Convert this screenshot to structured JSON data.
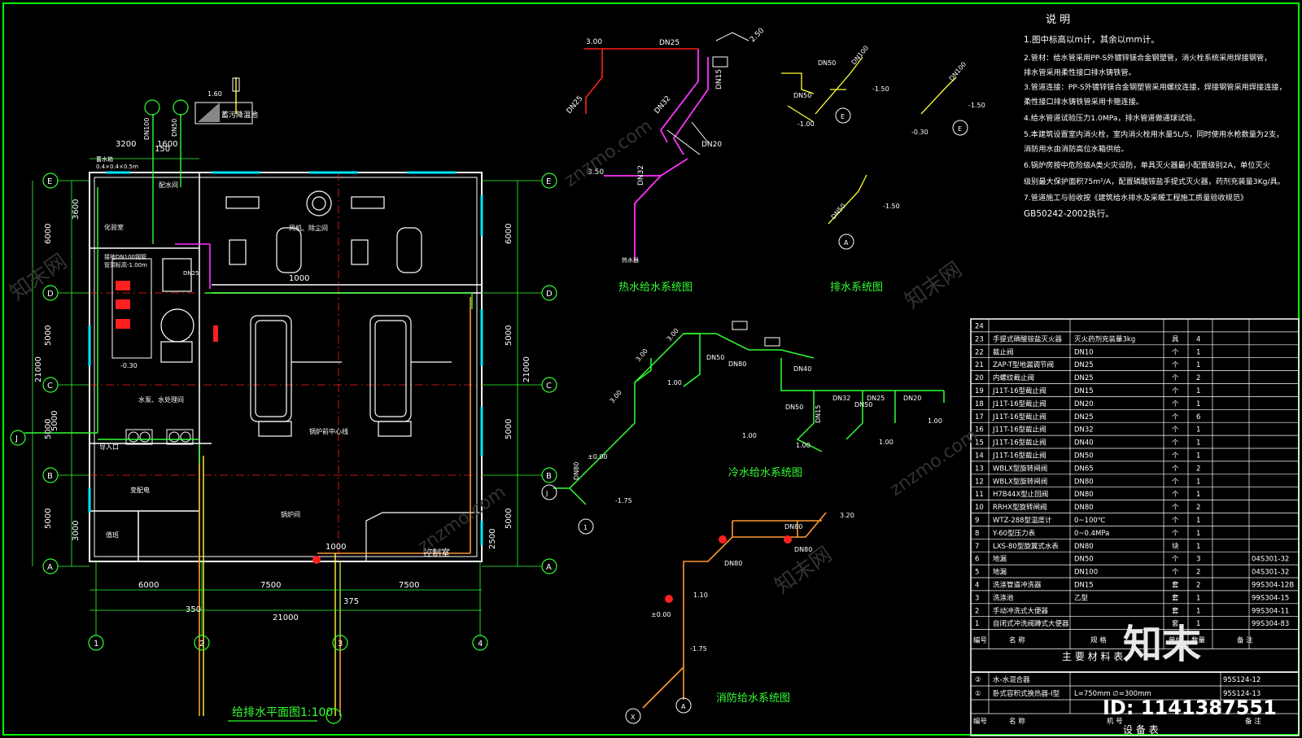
{
  "notes": {
    "title": "说 明",
    "lines": [
      "1.图中标高以m计，其余以mm计。",
      "2.管材：给水管采用PP-S外镀锌镁合金钢塑管，消火栓系统采用焊接钢管，",
      "排水管采用柔性接口排水铸铁管。",
      "3.管道连接：PP-S外镀锌镁合金钢塑管采用螺纹连接，焊接钢管采用焊接连接，",
      "柔性接口排水铸铁管采用卡箍连接。",
      "4.给水管道试验压力1.0MPa，排水管道做通球试验。",
      "5.本建筑设置室内消火栓，室内消火栓用水量5L/S，同时使用水枪数量为2支，",
      "消防用水由消防高位水箱供给。",
      "6.锅炉房按中危险级A类火灾设防，单具灭火器最小配置级别2A，单位灭火",
      "级别最大保护面积75m²/A，配置磷酸铵盐手提式灭火器，药剂充装量3Kg/具。",
      "7.管道施工与验收按《建筑给水排水及采暖工程施工质量验收规范》",
      "GB50242-2002执行。"
    ]
  },
  "plan": {
    "title": "给排水平面图1:100",
    "axes_h": [
      "E",
      "D",
      "C",
      "B",
      "A"
    ],
    "axes_h_left_extra": "J",
    "axes_v": [
      "1",
      "2",
      "3",
      "4"
    ],
    "dims_bottom_1": [
      "6000",
      "7500",
      "7500"
    ],
    "dims_bottom_2": "21000",
    "dims_bottom_350": "350",
    "dims_bottom_375": "375",
    "dims_left": [
      "6000",
      "5000",
      "5000",
      "5000"
    ],
    "dims_left_total": "21000",
    "dims_left_small": [
      "3600",
      "5000",
      "3000"
    ],
    "dims_right": [
      "6000",
      "5000",
      "5000",
      "5000"
    ],
    "dims_right_total": "21000",
    "dims_right_small": "2500",
    "dims_top": [
      "3200",
      "1600"
    ],
    "dim_1000": "1000",
    "dim_1000b": "1000",
    "dim_150": "150",
    "sewage_pool": "蓄污降温池",
    "rooms": [
      "化验室",
      "水泵、水处理间",
      "变配电",
      "值班",
      "锅炉间",
      "控制室",
      "配水间",
      "风机、除尘间"
    ],
    "room_misc": [
      "锅炉前中心线",
      "导入口"
    ],
    "elev_030": "-0.30",
    "labels_top": [
      "DN100",
      "DN50",
      "1.60"
    ],
    "label_box": [
      "接地DN100钢管",
      "管顶标高-1.00m"
    ],
    "label_box2": [
      "蓄水箱",
      "0.4×0.4×0.5m"
    ],
    "label_dn25": "DN25"
  },
  "hot_water": {
    "title": "热水给水系统图",
    "labels": [
      "3.00",
      "DN25",
      "2.50",
      "DN32",
      "3.50",
      "DN32",
      "DN25",
      "DN15",
      "DN20",
      "热水器"
    ]
  },
  "drainage": {
    "title": "排水系统图",
    "labels": [
      "-1.50",
      "-1.50",
      "DN50",
      "DN100",
      "DN100",
      "DN50",
      "DN50",
      "-1.50",
      "-1.00",
      "-0.30",
      "E",
      "E",
      "A"
    ]
  },
  "cold_water": {
    "title": "冷水给水系统图",
    "labels": [
      "3.00",
      "3.00",
      "3.00",
      "1.00",
      "1.00",
      "1.00",
      "±0.00",
      "-1.75",
      "DN80",
      "DN50",
      "DN40",
      "DN32",
      "DN25",
      "DN20",
      "DN15",
      "DN50",
      "DN50",
      "DN80",
      "1.00",
      "1.00",
      "J",
      "1"
    ]
  },
  "fire_water": {
    "title": "消防给水系统图",
    "labels": [
      "3.20",
      "DN80",
      "DN80",
      "1.10",
      "±0.00",
      "-1.75",
      "X",
      "A",
      "DN80"
    ]
  },
  "material_table": {
    "title": "主 要 材 料 表",
    "headers": [
      "编号",
      "名 称",
      "规 格",
      "单位",
      "数量",
      "备 注"
    ],
    "rows": [
      [
        "24",
        "",
        "",
        "",
        "",
        ""
      ],
      [
        "23",
        "手提式磷酸铵盐灭火器",
        "灭火药剂充装量3kg",
        "具",
        "4",
        ""
      ],
      [
        "22",
        "截止阀",
        "DN10",
        "个",
        "1",
        ""
      ],
      [
        "21",
        "ZAP-T型地漏调节阀",
        "DN25",
        "个",
        "1",
        ""
      ],
      [
        "20",
        "内螺纹截止阀",
        "DN25",
        "个",
        "2",
        ""
      ],
      [
        "19",
        "J11T-16型截止阀",
        "DN15",
        "个",
        "1",
        ""
      ],
      [
        "18",
        "J11T-16型截止阀",
        "DN20",
        "个",
        "1",
        ""
      ],
      [
        "17",
        "J11T-16型截止阀",
        "DN25",
        "个",
        "6",
        ""
      ],
      [
        "16",
        "J11T-16型截止阀",
        "DN32",
        "个",
        "1",
        ""
      ],
      [
        "15",
        "J11T-16型截止阀",
        "DN40",
        "个",
        "1",
        ""
      ],
      [
        "14",
        "J11T-16型截止阀",
        "DN50",
        "个",
        "1",
        ""
      ],
      [
        "13",
        "WBLX型旋转闸阀",
        "DN65",
        "个",
        "2",
        ""
      ],
      [
        "12",
        "WBLX型旋转闸阀",
        "DN80",
        "个",
        "1",
        ""
      ],
      [
        "11",
        "H7B44X型止回阀",
        "DN80",
        "个",
        "1",
        ""
      ],
      [
        "10",
        "RRHX型旋转闸阀",
        "DN80",
        "个",
        "2",
        ""
      ],
      [
        "9",
        "WTZ-288型温度计",
        "0~100℃",
        "个",
        "1",
        ""
      ],
      [
        "8",
        "Y-60型压力表",
        "0~0.4MPa",
        "个",
        "1",
        ""
      ],
      [
        "7",
        "LXS-80型旋翼式水表",
        "DN80",
        "块",
        "1",
        ""
      ],
      [
        "6",
        "地漏",
        "DN50",
        "个",
        "3",
        "04S301-32"
      ],
      [
        "5",
        "地漏",
        "DN100",
        "个",
        "2",
        "04S301-32"
      ],
      [
        "4",
        "洗涤管道冲洗器",
        "DN15",
        "套",
        "2",
        "99S304-12B"
      ],
      [
        "3",
        "洗涤池",
        "乙型",
        "套",
        "1",
        "99S304-15"
      ],
      [
        "2",
        "手动冲洗式大便器",
        "",
        "套",
        "1",
        "99S304-11"
      ],
      [
        "1",
        "自闭式冲洗阀蹲式大便器",
        "",
        "套",
        "1",
        "99S304-83"
      ]
    ]
  },
  "equipment_table": {
    "title": "设 备 表",
    "headers": [
      "编号",
      "名 称",
      "机 号",
      "备 注"
    ],
    "rows": [
      [
        "②",
        "水-水混合器",
        "",
        "95S124-12"
      ],
      [
        "①",
        "卧式容积式换热器-Ⅰ型",
        "L=750mm ∅=300mm",
        "95S124-13"
      ]
    ]
  },
  "watermark": {
    "logo": "知末",
    "id": "ID: 1141387551",
    "site": "znzmo.com",
    "cn": "知末网"
  },
  "colors": {
    "frame": "#00ff00",
    "cyan": "#00e5ff",
    "magenta": "#ff33ff",
    "red": "#ff2020",
    "yellow": "#ffff33",
    "orange": "#ff9933",
    "white": "#ffffff",
    "green": "#33ff33"
  }
}
